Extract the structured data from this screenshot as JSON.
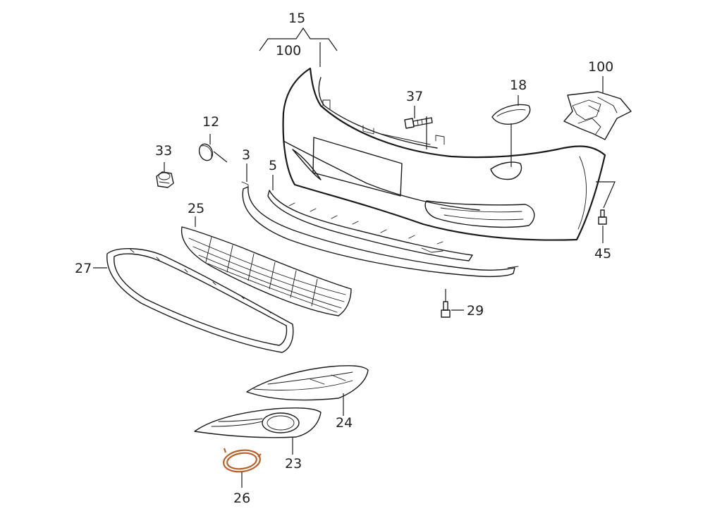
{
  "diagram": {
    "callouts": {
      "p15": "15",
      "p100a": "100",
      "p100b": "100",
      "p37": "37",
      "p18": "18",
      "p12": "12",
      "p33": "33",
      "p3": "3",
      "p5": "5",
      "p25": "25",
      "p27": "27",
      "p45": "45",
      "p29": "29",
      "p24": "24",
      "p23": "23",
      "p26": "26"
    },
    "highlight_color": "#b8602a",
    "line_color": "#1a1a1a"
  }
}
